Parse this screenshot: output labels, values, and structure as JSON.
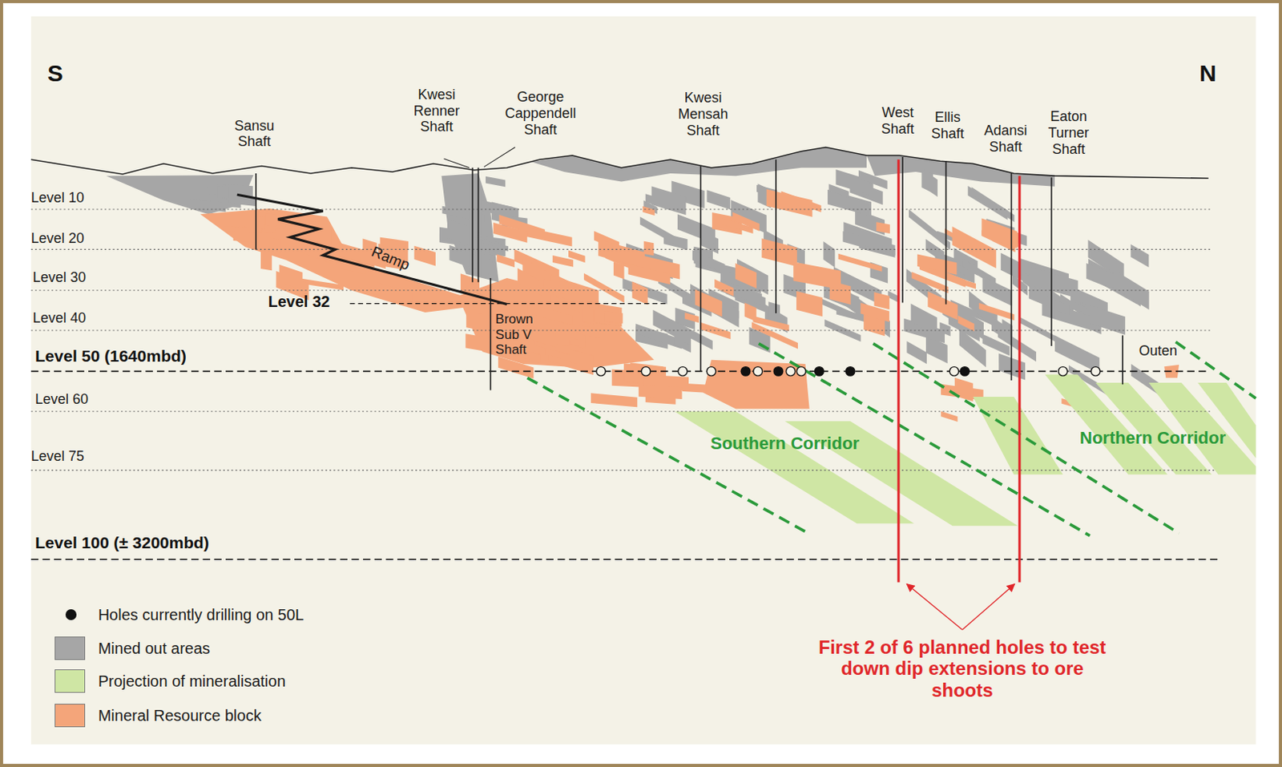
{
  "diagram": {
    "labels": [
      "S",
      "N",
      "Sansu Shaft",
      "Kwesi Renner Shaft",
      "George Cappendell Shaft",
      "Kwesi Mensah Shaft",
      "West Shaft",
      "Ellis Shaft",
      "Adansi Shaft",
      "Eaton Turner Shaft",
      "Level 10",
      "Level 20",
      "Level 30",
      "Level 40",
      "Level 32",
      "Ramp",
      "Brown Sub V Shaft",
      "Level 50 (1640mbd)",
      "Outen",
      "Level 60",
      "Level 75",
      "Southern Corridor",
      "Northern Corridor",
      "Level 100 (± 3200mbd)",
      "First 2 of 6 planned holes to test down dip extensions to ore shoots"
    ],
    "legend": [
      {
        "text": "Holes currently drilling on 50L"
      },
      {
        "text": "Mined out areas",
        "color": "#a6a6a6"
      },
      {
        "text": "Projection of mineralisation",
        "color": "#cfe6a4"
      },
      {
        "text": "Mineral Resource block",
        "color": "#f4a57a"
      }
    ]
  }
}
